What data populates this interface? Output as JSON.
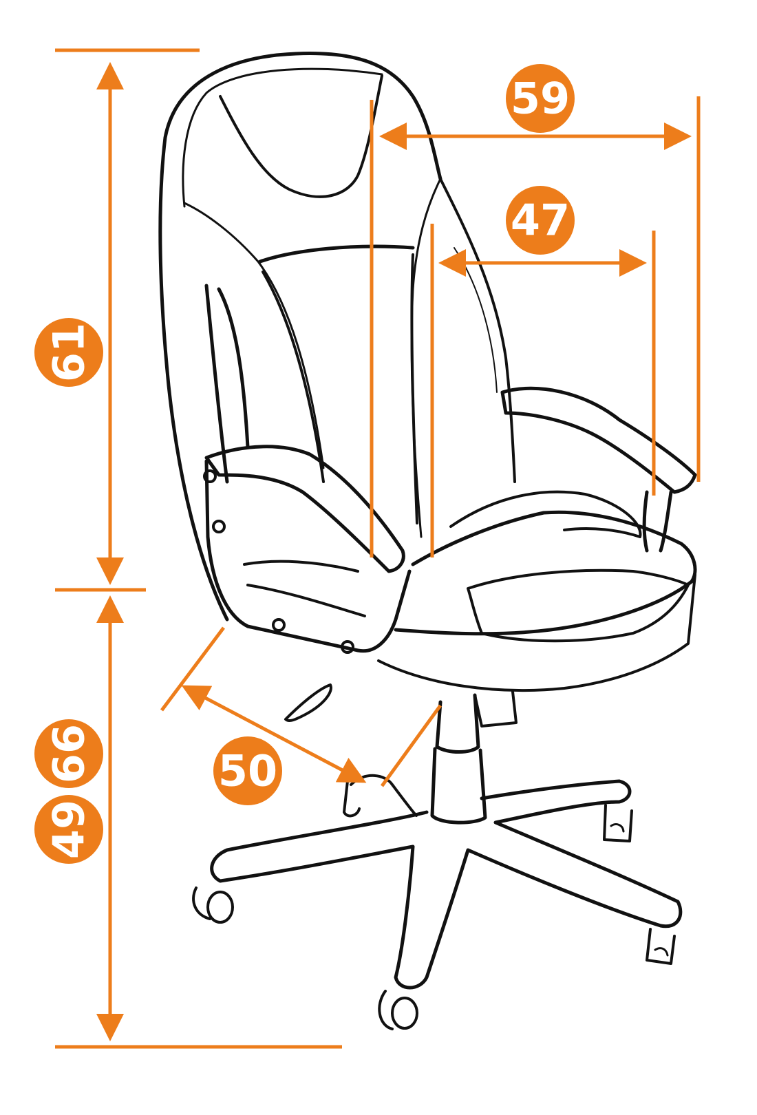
{
  "colors": {
    "accent": "#ED7D1B",
    "outline": "#111111",
    "background": "#FFFFFF"
  },
  "dimensions": {
    "back_height": "61",
    "overall_width": "59",
    "seat_width": "47",
    "seat_depth": "50",
    "seat_height_max": "66",
    "seat_height_min": "49"
  },
  "illustration": {
    "subject_icon": "office-chair-icon"
  }
}
